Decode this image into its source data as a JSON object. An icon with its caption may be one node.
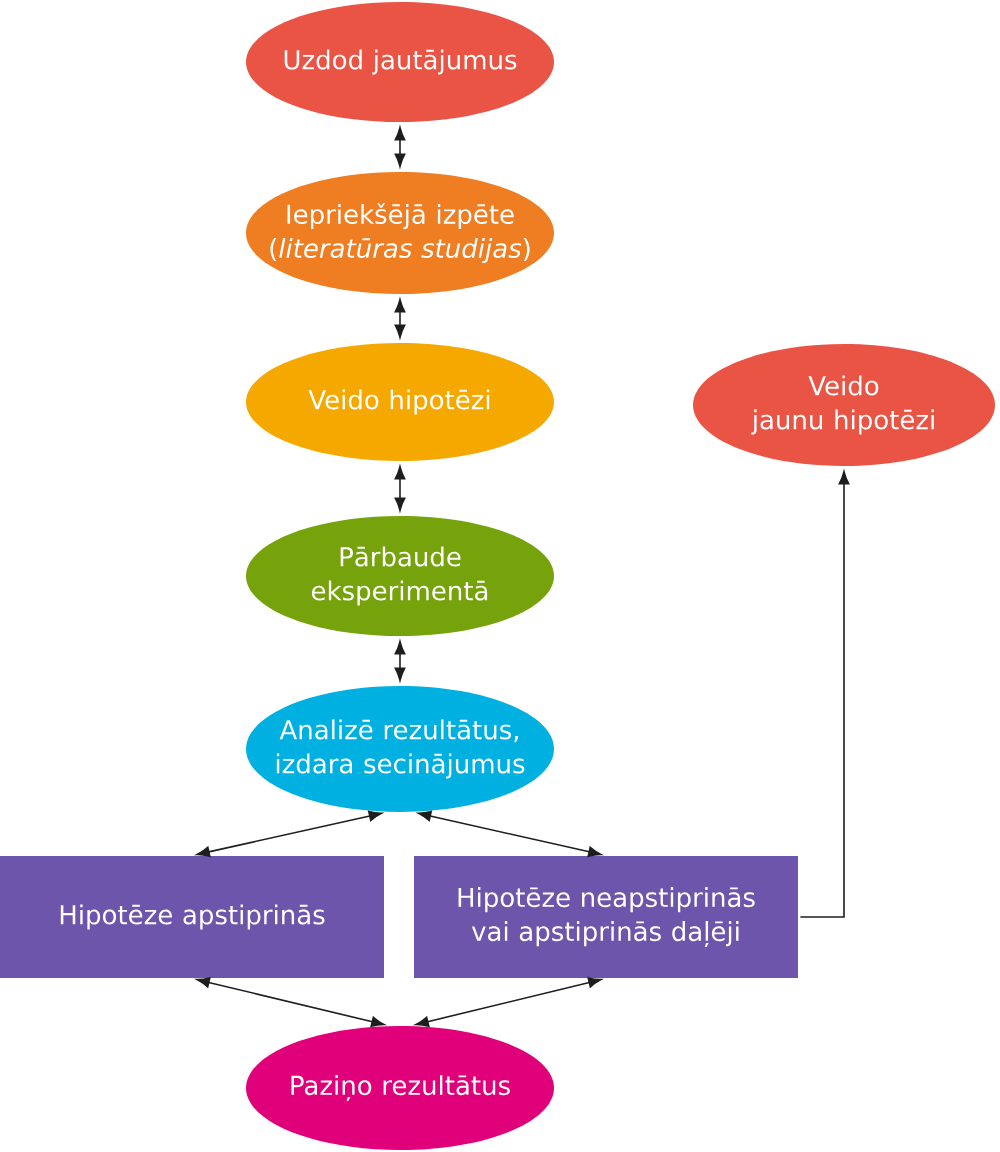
{
  "diagram": {
    "nodes": [
      {
        "text": [
          "Uzdod jautājumus"
        ]
      },
      {
        "text": [
          "Iepriekšējā izpēte (*literatūras studijas*)"
        ]
      },
      {
        "text": [
          "Veido hipotēzi"
        ]
      },
      {
        "text": [
          "Pārbaude eksperimentā"
        ]
      },
      {
        "text": [
          "Analizē rezultātus, izdara secinājumus"
        ]
      },
      {
        "text": [
          "Hipotēze apstiprinās"
        ]
      },
      {
        "text": [
          "Hipotēze neapstiprinās vai apstiprinās daļēji"
        ]
      },
      {
        "text": [
          "Paziņo rezultātus"
        ]
      },
      {
        "text": [
          "Veido jaunu hipotēzi"
        ]
      }
    ],
    "edges": [
      {
        "from": 0,
        "to": 1,
        "arrow": "both"
      },
      {
        "from": 1,
        "to": 2,
        "arrow": "both"
      },
      {
        "from": 2,
        "to": 3,
        "arrow": "both"
      },
      {
        "from": 3,
        "to": 4,
        "arrow": "both"
      },
      {
        "from": 4,
        "to": 5,
        "arrow": "both"
      },
      {
        "from": 4,
        "to": 6,
        "arrow": "both"
      },
      {
        "from": 5,
        "to": 7,
        "arrow": "both"
      },
      {
        "from": 6,
        "to": 7,
        "arrow": "both"
      },
      {
        "from": 6,
        "to": 8,
        "arrow": "to"
      }
    ]
  }
}
